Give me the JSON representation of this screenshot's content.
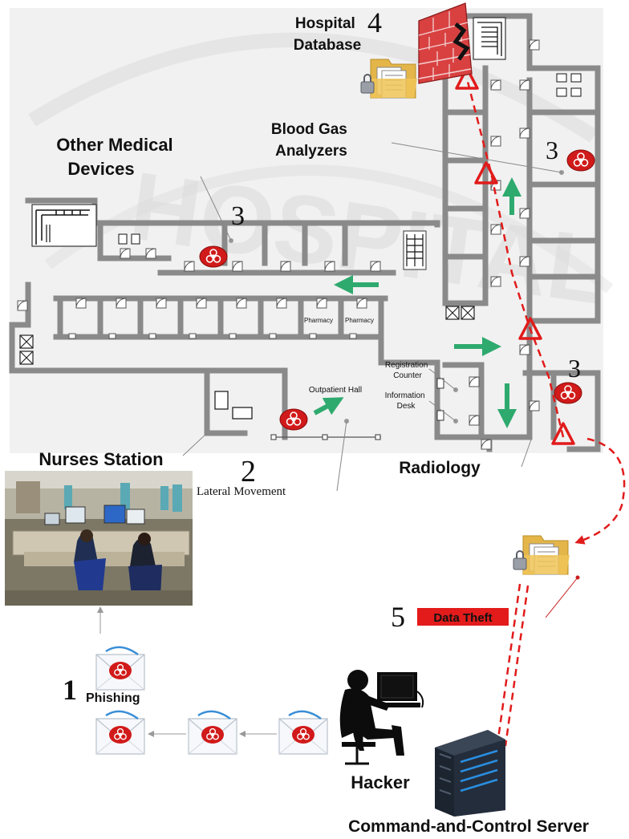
{
  "labels": {
    "hospital_database": [
      "Hospital",
      "Database"
    ],
    "blood_gas": [
      "Blood Gas",
      "Analyzers"
    ],
    "other_devices": [
      "Other Medical",
      "Devices"
    ],
    "pharmacy": "Pharmacy",
    "outpatient_hall": "Outpatient Hall",
    "registration": [
      "Registration",
      "Counter"
    ],
    "information": [
      "Information",
      "Desk"
    ],
    "nurses_station": "Nurses Station",
    "radiology": "Radiology",
    "lateral_movement": "Lateral Movement",
    "phishing": "Phishing",
    "data_theft": "Data Theft",
    "hacker": "Hacker",
    "c2_server": "Command-and-Control Server",
    "watermark": "HOSPITAL"
  },
  "steps": {
    "phishing": "1",
    "lateral": "2",
    "infected_other": "3",
    "infected_blood_gas": "3",
    "infected_radiology": "3",
    "database": "4",
    "theft": "5"
  },
  "colors": {
    "wall": "#8a8a8a",
    "floor_bg": "#f1f1f1",
    "arrow_green": "#2eaa6e",
    "exfil_red": "#e11b1b",
    "biohazard_red": "#d11a1a",
    "theft_badge": "#e31b1b",
    "firewall_brick": "#d94141",
    "server_dark": "#1c2430",
    "server_led": "#2a8ee0"
  },
  "icons": [
    "biohazard-icon",
    "warning-triangle-icon",
    "folder-lock-icon",
    "firewall-icon",
    "email-icon",
    "hacker-icon",
    "server-icon",
    "staircase-icon",
    "escalator-icon",
    "restroom-icon"
  ]
}
